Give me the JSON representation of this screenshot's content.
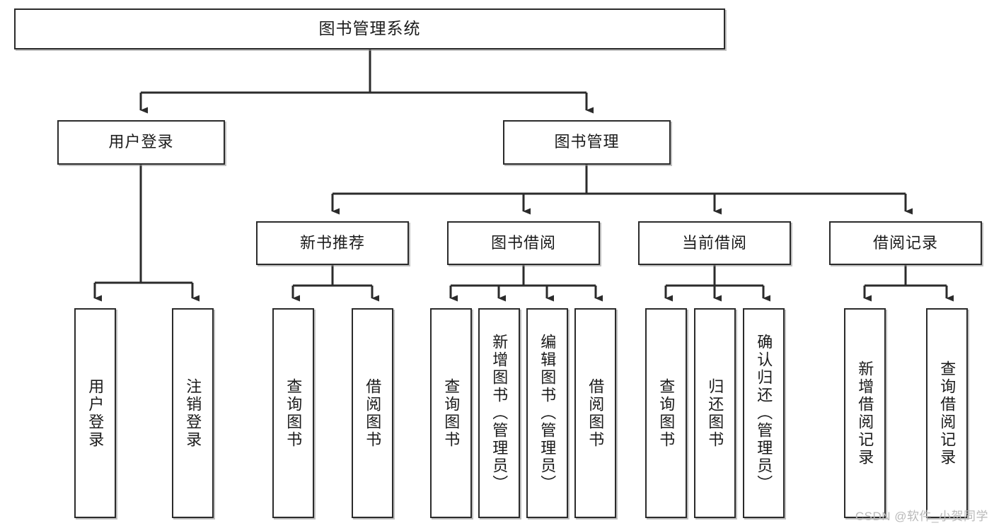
{
  "diagram": {
    "title": "图书管理系统",
    "type": "hierarchy-tree",
    "watermark": "CSDN @软件_小贺同学",
    "colors": {
      "box_border": "#2b2b2b",
      "box_fill": "#ffffff",
      "connector": "#2b2b2b",
      "watermark": "#b9b9b9"
    },
    "root": {
      "label": "图书管理系统"
    },
    "level1": [
      {
        "label": "用户登录"
      },
      {
        "label": "图书管理"
      }
    ],
    "level2": [
      {
        "label": "新书推荐"
      },
      {
        "label": "图书借阅"
      },
      {
        "label": "当前借阅"
      },
      {
        "label": "借阅记录"
      }
    ],
    "leaves": {
      "user_login": [
        {
          "label": "用户登录"
        },
        {
          "label": "注销登录"
        }
      ],
      "new_book_recommend": [
        {
          "label": "查询图书"
        },
        {
          "label": "借阅图书"
        }
      ],
      "book_borrow": [
        {
          "label": "查询图书"
        },
        {
          "label": "新增图书（管理员）"
        },
        {
          "label": "编辑图书（管理员）"
        },
        {
          "label": "借阅图书"
        }
      ],
      "current_borrow": [
        {
          "label": "查询图书"
        },
        {
          "label": "归还图书"
        },
        {
          "label": "确认归还（管理员）"
        }
      ],
      "borrow_record": [
        {
          "label": "新增借阅记录"
        },
        {
          "label": "查询借阅记录"
        }
      ]
    }
  }
}
